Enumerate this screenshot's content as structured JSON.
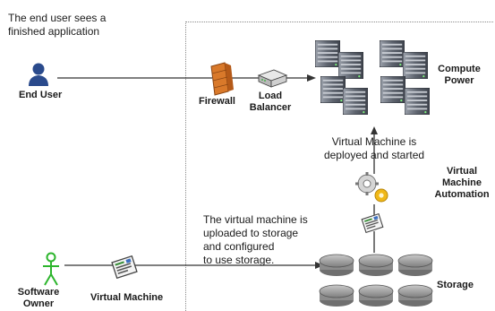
{
  "caption_top": [
    "The end user sees a",
    "finished application"
  ],
  "end_user_label": "End User",
  "firewall_label": "Firewall",
  "load_balancer_label": [
    "Load",
    "Balancer"
  ],
  "compute_label": [
    "Compute",
    "Power"
  ],
  "vm_deployed_label": [
    "Virtual Machine is",
    "deployed and started"
  ],
  "automation_label": [
    "Virtual",
    "Machine",
    "Automation"
  ],
  "upload_label": [
    "The virtual machine is",
    "uploaded to storage",
    "and configured",
    "to use storage."
  ],
  "software_owner_label": [
    "Software",
    "Owner"
  ],
  "virtual_machine_label": "Virtual Machine",
  "storage_label": "Storage",
  "colors": {
    "end_user_icon": "#2a4a8c",
    "software_owner_icon": "#2db52d",
    "firewall": "#d9792a",
    "server": "#6f7480",
    "storage_disk": "#9a9a9a",
    "gear_light": "#d5d5d5",
    "gear_accent": "#f0b817"
  }
}
